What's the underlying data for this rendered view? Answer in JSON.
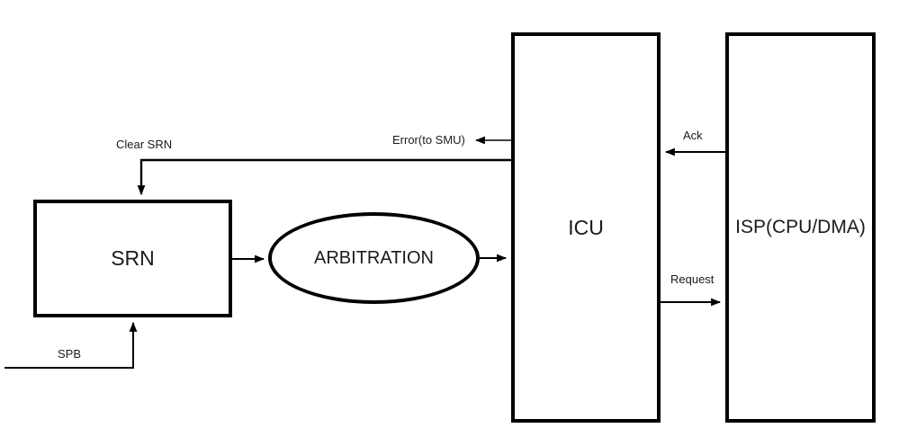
{
  "diagram": {
    "title": "interrupt-control-block-diagram",
    "nodes": {
      "srn": {
        "label": "SRN"
      },
      "arbitration": {
        "label": "ARBITRATION"
      },
      "icu": {
        "label": "ICU"
      },
      "isp": {
        "label": "ISP(CPU/DMA)"
      }
    },
    "edges": {
      "clear_srn": {
        "label": "Clear SRN",
        "from": "ICU",
        "to": "SRN"
      },
      "error": {
        "label": "Error(to SMU)",
        "from": "ICU",
        "to": "SMU"
      },
      "ack": {
        "label": "Ack",
        "from": "ISP(CPU/DMA)",
        "to": "ICU"
      },
      "request": {
        "label": "Request",
        "from": "ICU",
        "to": "ISP(CPU/DMA)"
      },
      "spb": {
        "label": "SPB",
        "from": "SPB",
        "to": "SRN"
      },
      "srn_to_arbitration": {
        "label": "",
        "from": "SRN",
        "to": "ARBITRATION"
      },
      "arbitration_to_icu": {
        "label": "",
        "from": "ARBITRATION",
        "to": "ICU"
      }
    },
    "colors": {
      "background": "#ffffff",
      "line": "#000000",
      "text": "#1b1b1b"
    }
  }
}
